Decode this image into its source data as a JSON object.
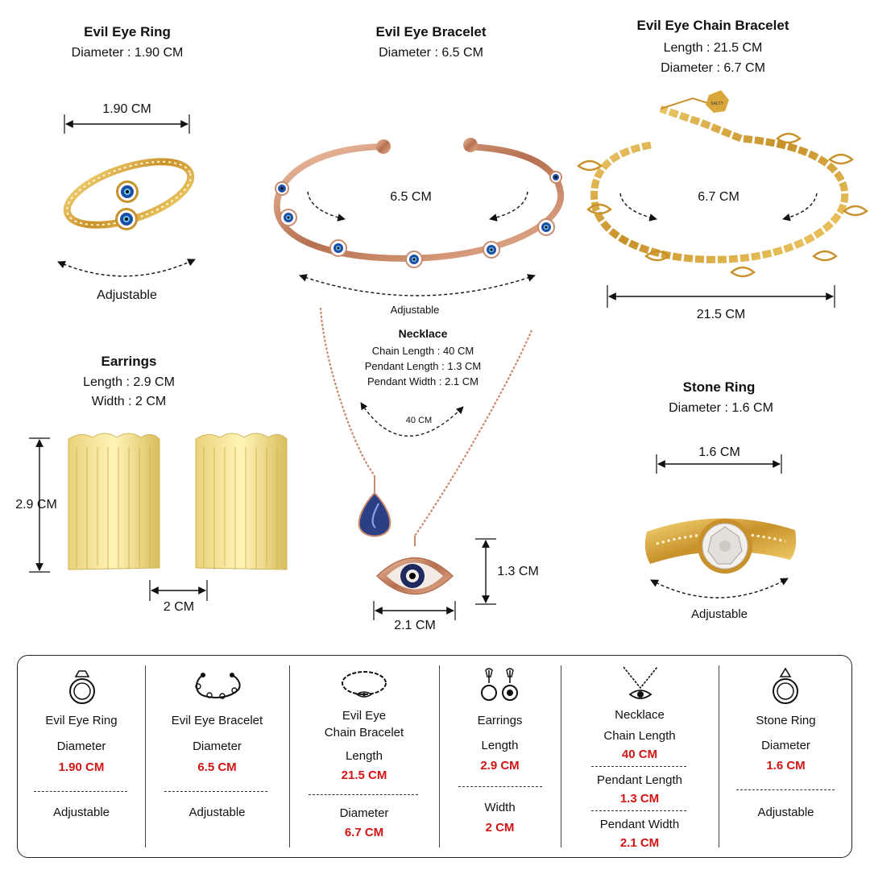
{
  "products": {
    "ring": {
      "title": "Evil Eye Ring",
      "spec": "Diameter : 1.90 CM",
      "measure": "1.90 CM",
      "note": "Adjustable"
    },
    "bracelet": {
      "title": "Evil Eye Bracelet",
      "spec": "Diameter : 6.5 CM",
      "measure": "6.5 CM",
      "note": "Adjustable"
    },
    "chain_bracelet": {
      "title": "Evil Eye Chain Bracelet",
      "spec_length": "Length : 21.5 CM",
      "spec_diameter": "Diameter : 6.7 CM",
      "measure_diameter": "6.7 CM",
      "measure_length": "21.5 CM",
      "tag": "SALTY"
    },
    "earrings": {
      "title": "Earrings",
      "spec_length": "Length : 2.9 CM",
      "spec_width": "Width : 2 CM",
      "measure_height": "2.9 CM",
      "measure_width": "2 CM"
    },
    "necklace": {
      "title": "Necklace",
      "spec_chain": "Chain Length : 40 CM",
      "spec_pendant_length": "Pendant Length : 1.3 CM",
      "spec_pendant_width": "Pendant Width : 2.1 CM",
      "measure_chain": "40 CM",
      "measure_height": "1.3 CM",
      "measure_width": "2.1 CM"
    },
    "stone_ring": {
      "title": "Stone Ring",
      "spec": "Diameter : 1.6 CM",
      "measure": "1.6 CM",
      "note": "Adjustable"
    }
  },
  "table": {
    "evil_eye_ring": {
      "title": "Evil Eye Ring",
      "label": "Diameter",
      "value": "1.90 CM",
      "note": "Adjustable",
      "icon": "ring-icon"
    },
    "evil_eye_bracelet": {
      "title": "Evil Eye Bracelet",
      "label": "Diameter",
      "value": "6.5 CM",
      "note": "Adjustable",
      "icon": "cuff-bracelet-icon"
    },
    "chain_bracelet": {
      "title_line1": "Evil Eye",
      "title_line2": "Chain Bracelet",
      "label1": "Length",
      "value1": "21.5 CM",
      "label2": "Diameter",
      "value2": "6.7 CM",
      "icon": "chain-bracelet-icon"
    },
    "earrings": {
      "title": "Earrings",
      "label1": "Length",
      "value1": "2.9 CM",
      "label2": "Width",
      "value2": "2 CM",
      "icon": "earrings-icon"
    },
    "necklace": {
      "title": "Necklace",
      "label1": "Chain Length",
      "value1": "40 CM",
      "label2": "Pendant Length",
      "value2": "1.3 CM",
      "label3": "Pendant Width",
      "value3": "2.1 CM",
      "icon": "necklace-icon"
    },
    "stone_ring": {
      "title": "Stone Ring",
      "label": "Diameter",
      "value": "1.6 CM",
      "note": "Adjustable",
      "icon": "stone-ring-icon"
    }
  },
  "colors": {
    "accent_red": "#d21414",
    "gold": "#d8a531",
    "rose_gold": "#c98b6e",
    "evil_eye_blue": "#1e4fa8"
  }
}
